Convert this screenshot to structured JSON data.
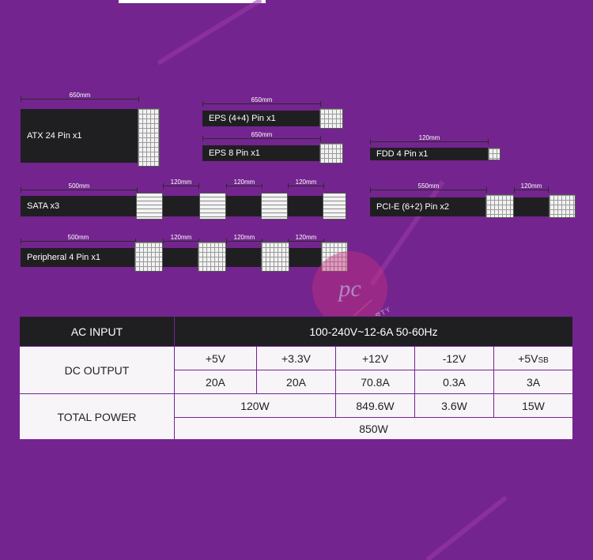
{
  "cables": [
    {
      "id": "atx",
      "label": "ATX 24 Pin x1",
      "length": "650mm"
    },
    {
      "id": "eps44",
      "label": "EPS (4+4) Pin x1",
      "length": "650mm"
    },
    {
      "id": "eps8",
      "label": "EPS 8 Pin x1",
      "length": "650mm"
    },
    {
      "id": "fdd",
      "label": "FDD 4 Pin x1",
      "length": "120mm"
    },
    {
      "id": "sata",
      "label": "SATA x3",
      "length": "500mm",
      "segments": [
        "120mm",
        "120mm",
        "120mm"
      ]
    },
    {
      "id": "pcie",
      "label": "PCI-E (6+2) Pin x2",
      "length": "550mm",
      "segments": [
        "120mm"
      ]
    },
    {
      "id": "periph",
      "label": "Peripheral 4 Pin x1",
      "length": "500mm",
      "segments": [
        "120mm",
        "120mm",
        "120mm"
      ]
    }
  ],
  "spec": {
    "ac_input_label": "AC INPUT",
    "ac_input_value": "100-240V~12-6A 50-60Hz",
    "dc_output_label": "DC OUTPUT",
    "rails": [
      "+5V",
      "+3.3V",
      "+12V",
      "-12V",
      "+5V"
    ],
    "rail_sub": "SB",
    "currents": [
      "20A",
      "20A",
      "70.8A",
      "0.3A",
      "3A"
    ],
    "total_power_label": "TOTAL POWER",
    "power_combined": "120W",
    "power_12v": "849.6W",
    "power_neg12": "3.6W",
    "power_5vsb": "15W",
    "total": "850W"
  },
  "watermark": {
    "logo": "pc",
    "text": "PARTY"
  },
  "colors": {
    "background": "#74248f",
    "cable": "#1f1f22",
    "connector": "#f2f2f2",
    "table_light": "#f7f5f8",
    "table_dark": "#1f1f22",
    "watermark": "#c7317e"
  }
}
